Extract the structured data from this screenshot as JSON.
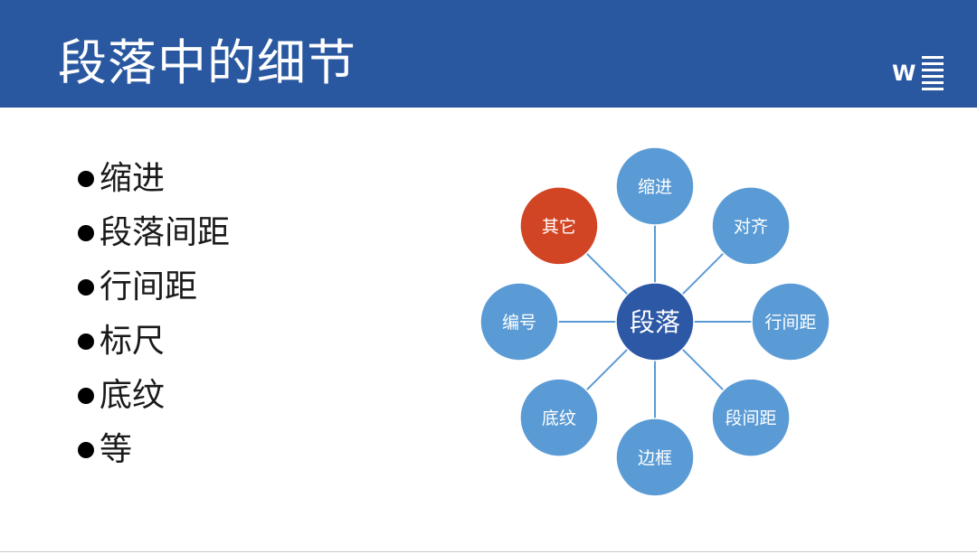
{
  "slide": {
    "title": "段落中的细节",
    "logo_letter": "W"
  },
  "bullets": [
    "缩进",
    "段落间距",
    "行间距",
    "标尺",
    "底纹",
    "等"
  ],
  "diagram": {
    "center": "段落",
    "nodes": [
      "缩进",
      "对齐",
      "行间距",
      "段间距",
      "边框",
      "底纹",
      "编号",
      "其它"
    ],
    "highlighted_node": "其它"
  },
  "colors": {
    "header": "#2a58a0",
    "center_node": "#2c58a6",
    "node": "#5b9bd5",
    "highlight_node": "#d14524",
    "connector": "#5b9bd5"
  }
}
